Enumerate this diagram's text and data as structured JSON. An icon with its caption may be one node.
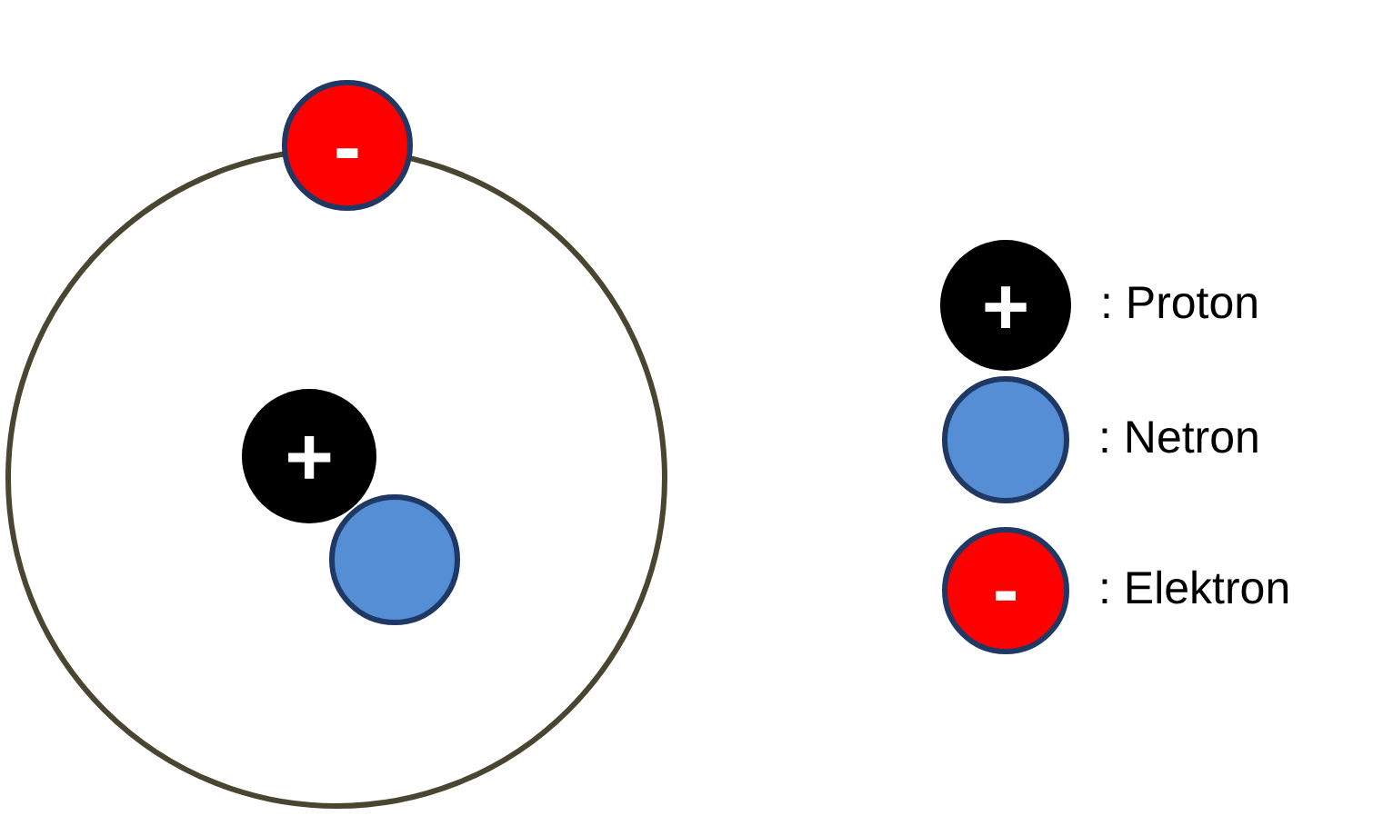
{
  "diagram": {
    "nodes": [
      {
        "text": [],
        "shape": "circle"
      },
      {
        "text": [
          "+"
        ],
        "in": 0
      },
      {
        "text": [],
        "shape": "circle",
        "in": 0
      },
      {
        "text": [
          "-"
        ]
      },
      {
        "text": [
          "+"
        ],
        "beside": [
          ": Proton"
        ]
      },
      {
        "text": [],
        "shape": "circle",
        "beside": [
          ": Netron"
        ]
      },
      {
        "text": [
          "-"
        ],
        "beside": [
          ": Elektron"
        ]
      }
    ],
    "edges": []
  }
}
